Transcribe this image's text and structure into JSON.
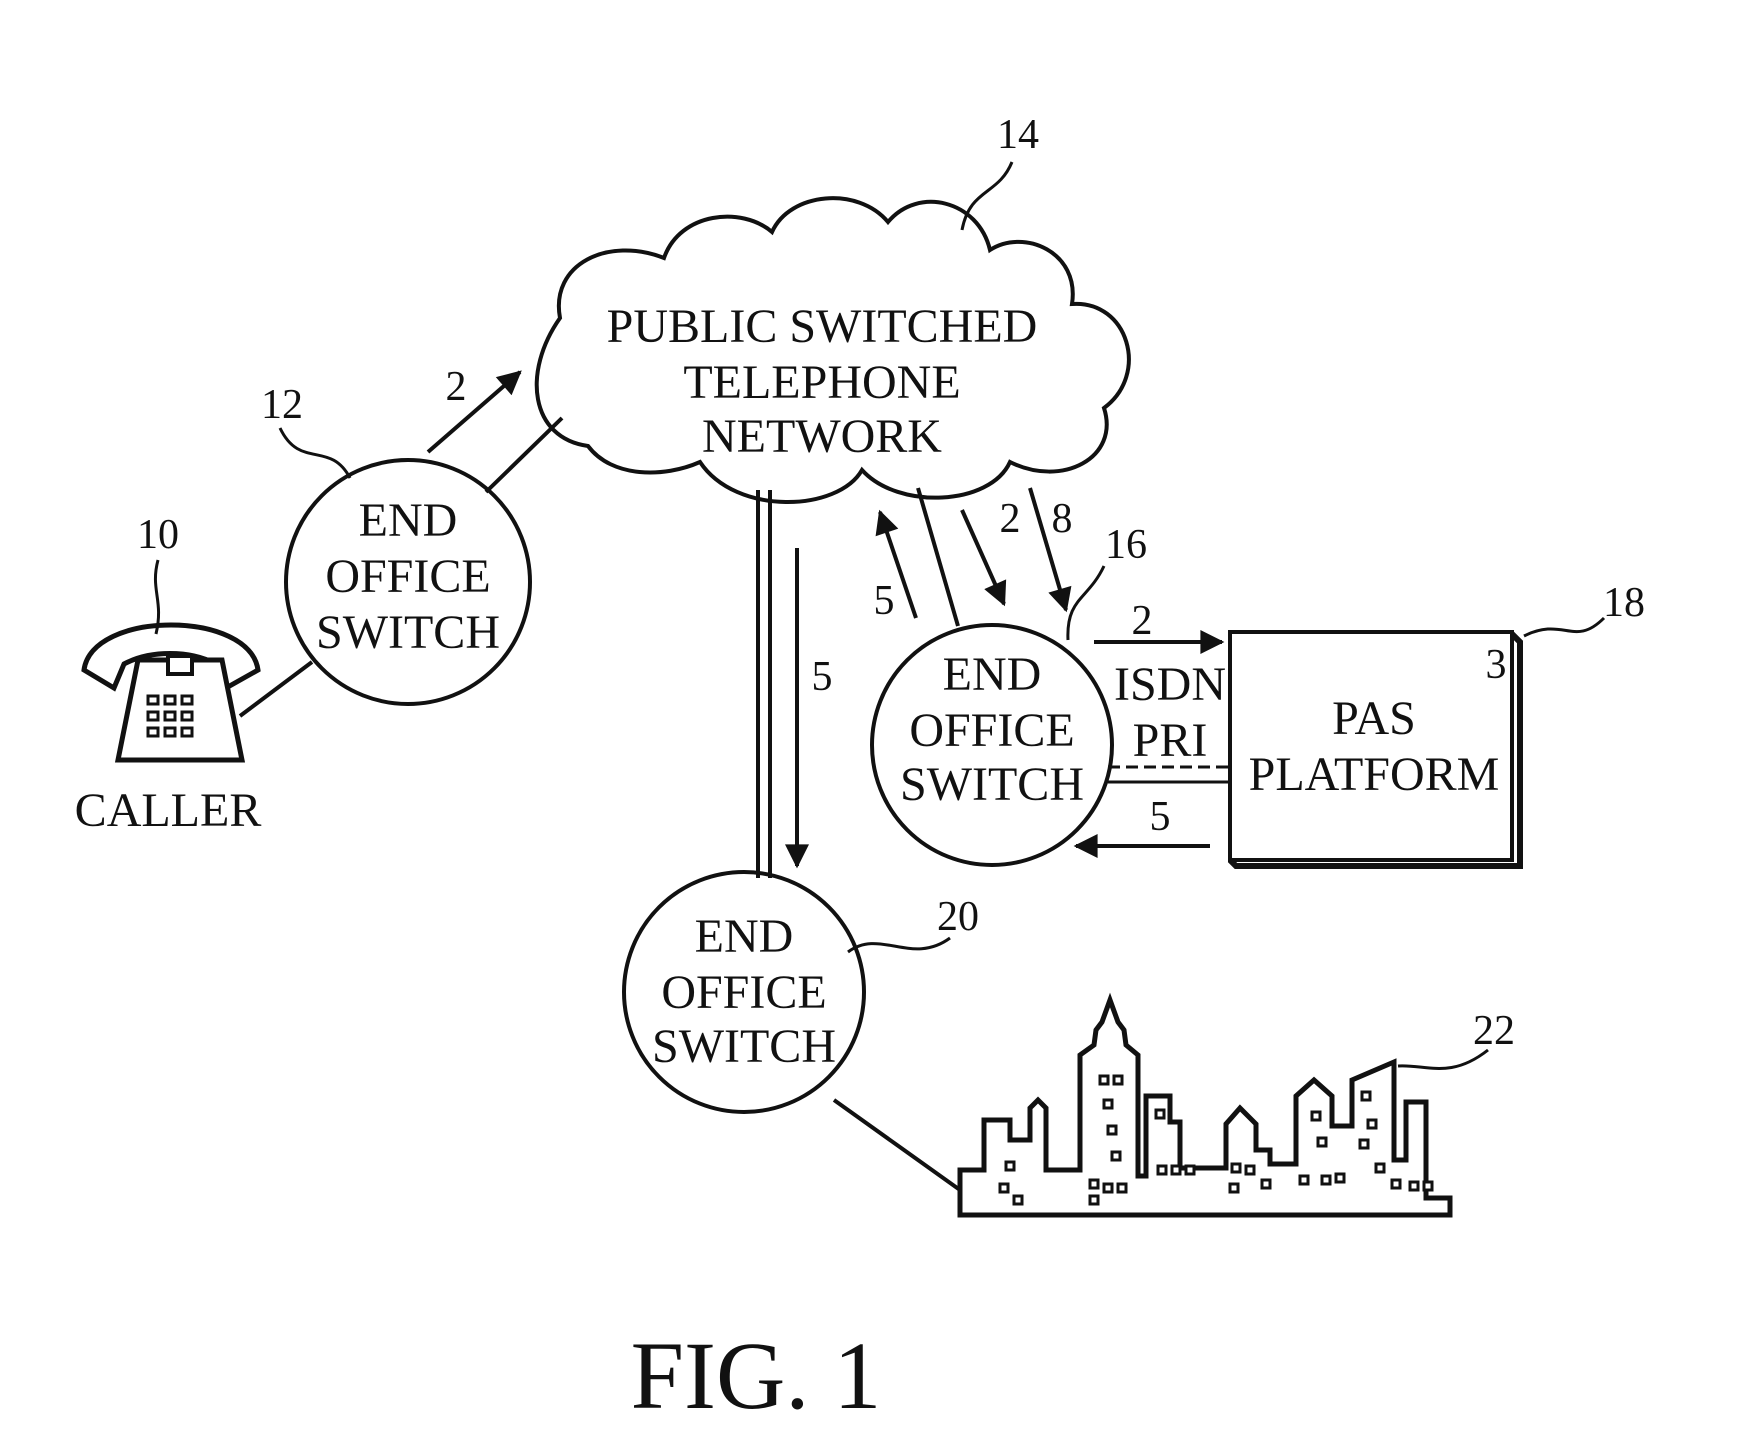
{
  "figure_label": "FIG. 1",
  "caller": {
    "label": "CALLER",
    "ref": "10"
  },
  "switch_12": {
    "line1": "END",
    "line2": "OFFICE",
    "line3": "SWITCH",
    "ref": "12"
  },
  "network": {
    "line1": "PUBLIC SWITCHED",
    "line2": "TELEPHONE",
    "line3": "NETWORK",
    "ref": "14"
  },
  "switch_16": {
    "line1": "END",
    "line2": "OFFICE",
    "line3": "SWITCH",
    "ref": "16"
  },
  "platform": {
    "line1": "PAS",
    "line2": "PLATFORM",
    "ref": "18",
    "step": "3"
  },
  "link_16_18": {
    "line1": "ISDN",
    "line2": "PRI"
  },
  "switch_20": {
    "line1": "END",
    "line2": "OFFICE",
    "line3": "SWITCH",
    "ref": "20"
  },
  "city": {
    "ref": "22"
  },
  "steps": {
    "a_12_to_net": "2",
    "a_net_to_16": "2",
    "a_net_to_16_b": "8",
    "a_16_to_net": "5",
    "a_net_to_20": "5",
    "a_16_to_18": "2",
    "a_18_to_16": "5"
  }
}
